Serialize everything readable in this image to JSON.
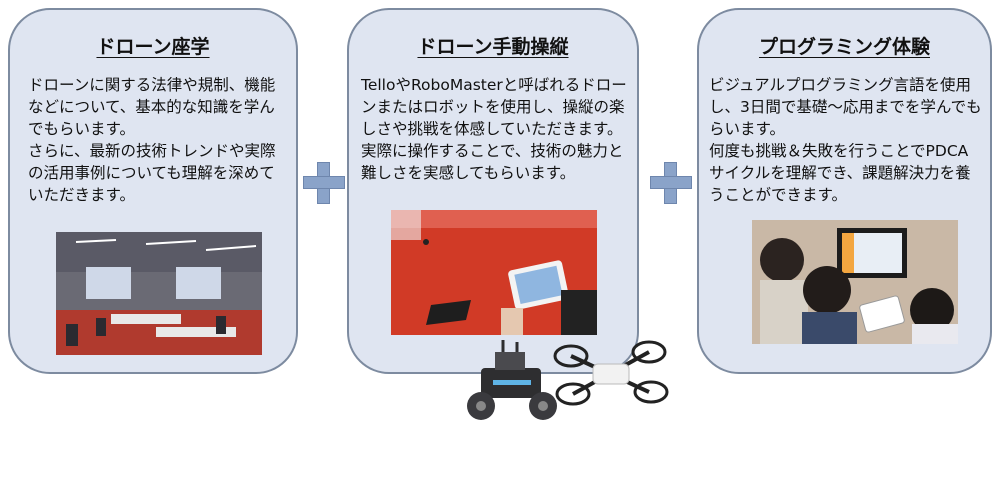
{
  "cards": [
    {
      "title": "ドローン座学",
      "body": [
        "ドローンに関する法律や規制、機能などについて、基本的な知識を学んでもらいます。",
        "さらに、最新の技術トレンドや実際の活用事例についても理解を深めていただきます。"
      ]
    },
    {
      "title": "ドローン手動操縦",
      "body": [
        "TelloやRoboMasterと呼ばれるドローンまたはロボットを使用し、操縦の楽しさや挑戦を体感していただきます。実際に操作することで、技術の魅力と難しさを実感してもらいます。"
      ]
    },
    {
      "title": "プログラミング体験",
      "body": [
        "ビジュアルプログラミング言語を使用し、3日間で基礎～応用までを学んでもらいます。",
        "何度も挑戦＆失敗を行うことでPDCAサイクルを理解でき、課題解決力を養うことができます。"
      ]
    }
  ],
  "colors": {
    "card_fill": "#dfe5f1",
    "card_border": "#7d8ba0",
    "plus": "#8aa3c9"
  }
}
